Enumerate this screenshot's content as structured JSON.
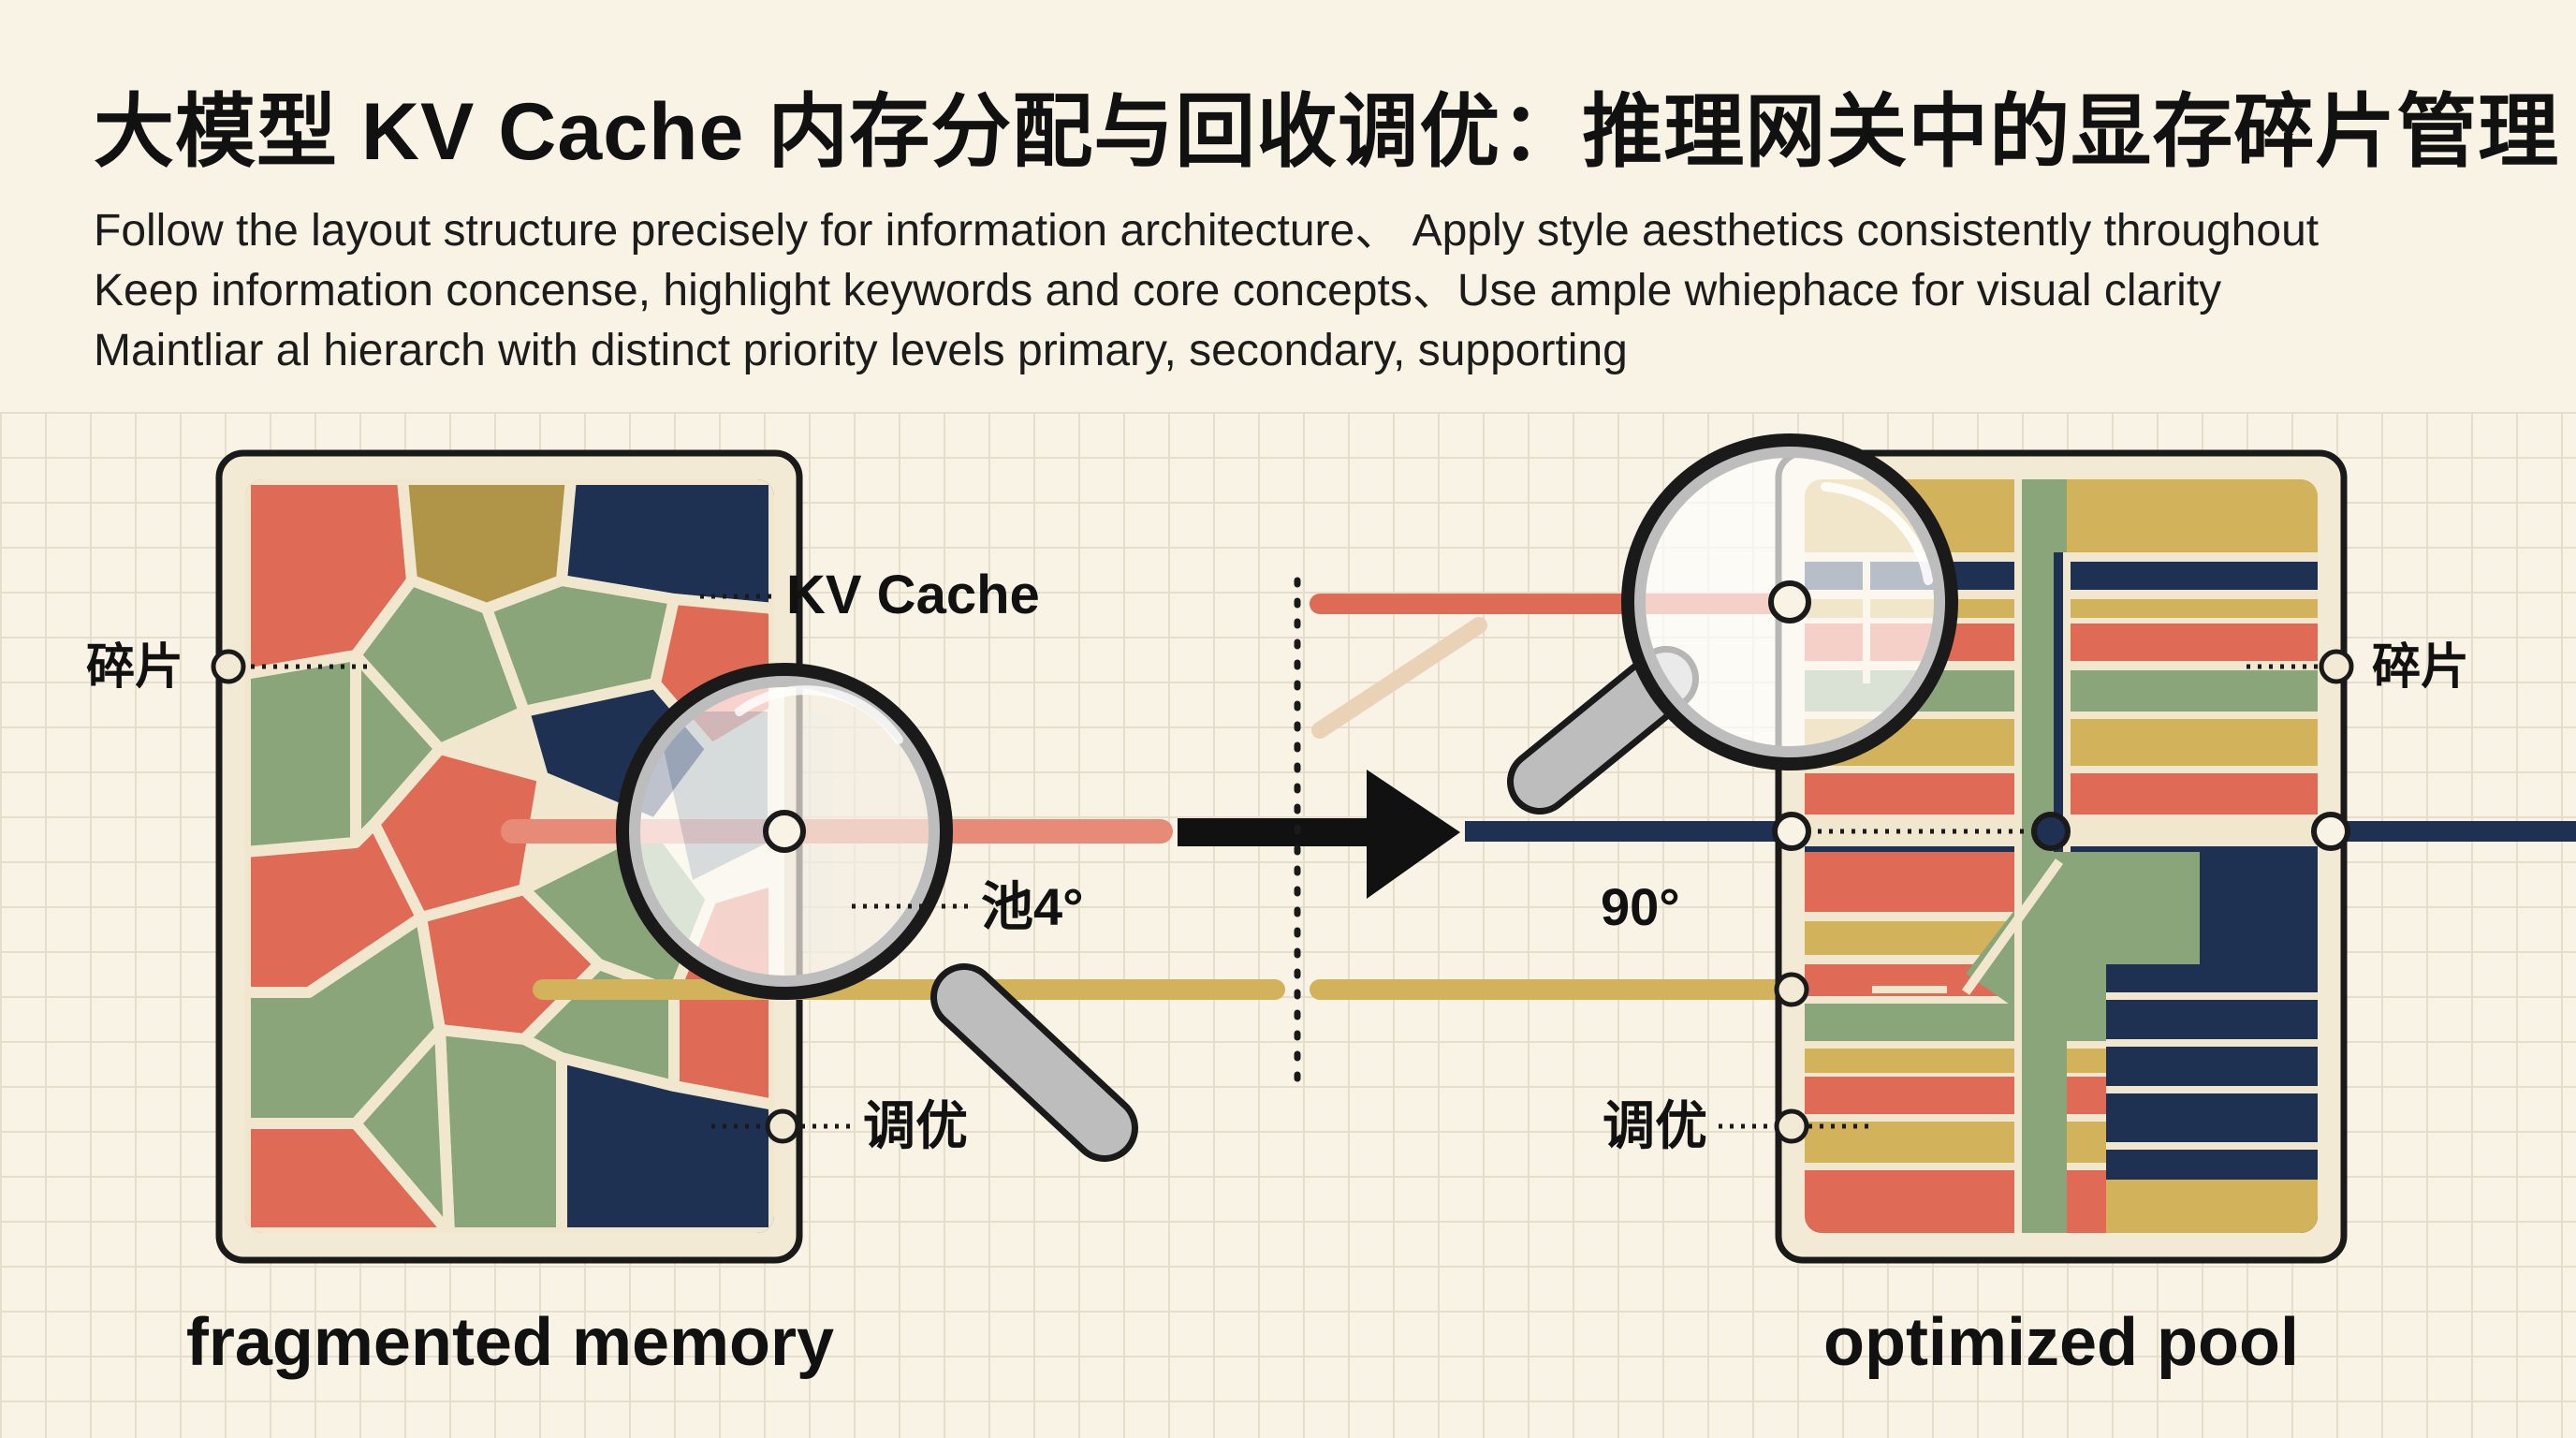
{
  "header": {
    "title": "大模型 KV Cache 内存分配与回收调优：推理网关中的显存碎片管理",
    "subtitle_lines": [
      "Follow the layout structure precisely for information architecture、 Apply style aesthetics consistently throughout",
      "Keep information concense, highlight keywords and core concepts、Use ample whiephace for visual clarity",
      "Maintliar al hierarch with distinct priority levels primary, secondary, supporting"
    ]
  },
  "left_panel": {
    "caption": "fragmented memory",
    "label_fragment": "碎片",
    "label_kvcache": "KV Cache",
    "label_pool": "池4°",
    "label_tune": "调优"
  },
  "right_panel": {
    "caption": "optimized pool",
    "label_fragment": "碎片",
    "label_angle": "90°",
    "label_tune": "调优"
  },
  "colors": {
    "background": "#f8f3e4",
    "coral": "#df6a55",
    "olive": "#b09448",
    "navy": "#1f3152",
    "sage": "#8aa57a",
    "mustard": "#d2b25a",
    "frame": "#1a1a1a"
  }
}
